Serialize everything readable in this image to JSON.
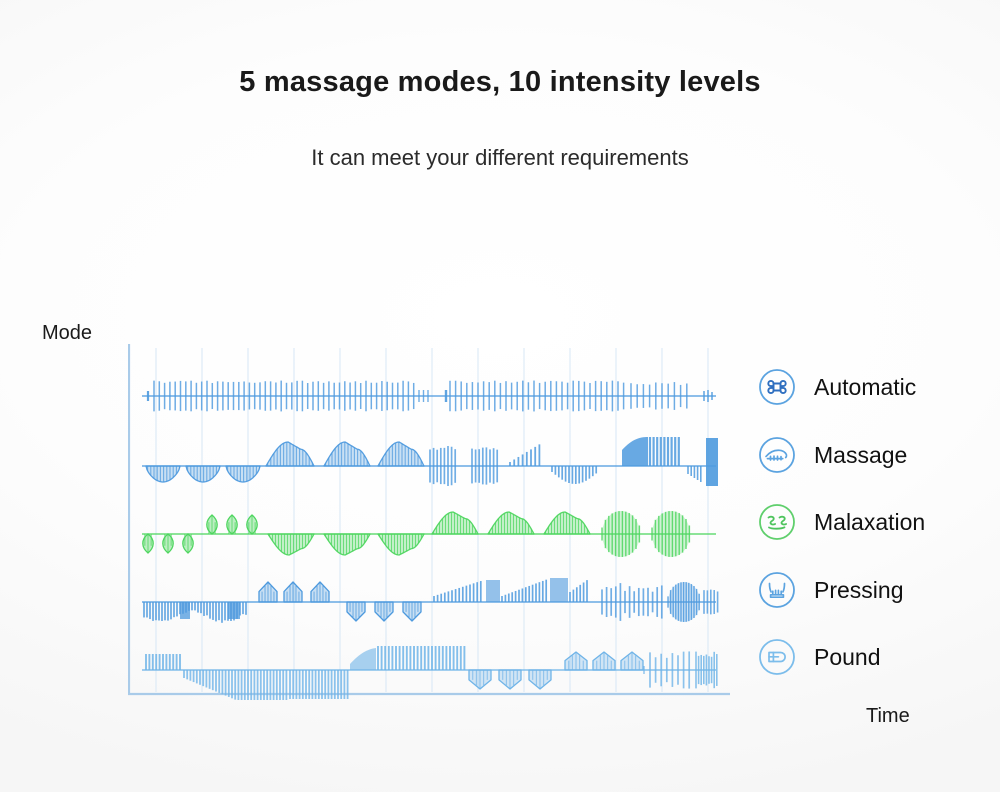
{
  "header": {
    "title": "5 massage modes, 10 intensity levels",
    "subtitle": "It can meet your different requirements"
  },
  "axes": {
    "y_label": "Mode",
    "x_label": "Time"
  },
  "legend": [
    {
      "label": "Automatic",
      "icon": "command-loop-icon",
      "color": "#3f7fd6"
    },
    {
      "label": "Massage",
      "icon": "stroking-hand-icon",
      "color": "#52a0e0"
    },
    {
      "label": "Malaxation",
      "icon": "kneading-hands-icon",
      "color": "#4ed65f"
    },
    {
      "label": "Pressing",
      "icon": "pressing-hand-icon",
      "color": "#52a0e0"
    },
    {
      "label": "Pound",
      "icon": "fist-icon",
      "color": "#6fb4e8"
    }
  ],
  "colors": {
    "blue": "#4e9ade",
    "blue_dark": "#2f83d0",
    "green": "#4ed65f",
    "axis": "#a9cbe9",
    "grid": "#d7e7f5",
    "text": "#111111"
  },
  "chart_data": {
    "type": "line",
    "title": "5 massage modes, 10 intensity levels",
    "xlabel": "Time",
    "ylabel": "Mode",
    "grid": true,
    "legend_position": "right",
    "xlim": [
      0,
      602
    ],
    "gridlines_x": [
      28,
      74,
      120,
      166,
      212,
      258,
      304,
      350,
      396,
      442,
      488,
      534,
      580
    ],
    "series": [
      {
        "name": "Automatic",
        "color": "#4e9ade",
        "baseline_y": 52,
        "description": "dense uniform symmetric ticks about the centre line, a gap near 54%, ends with a short tail",
        "pattern": "symmetric-ticks",
        "values": [
          6,
          7,
          7,
          7,
          7,
          7,
          7,
          7,
          7,
          7,
          7,
          7,
          7,
          7,
          7,
          7,
          7,
          7,
          7,
          7,
          7,
          7,
          7,
          7,
          7,
          7,
          7,
          7,
          7,
          7,
          7,
          7,
          7,
          7,
          7,
          7,
          7,
          7,
          7,
          7,
          7,
          7,
          7,
          0,
          0,
          7,
          7,
          7,
          7,
          7,
          7,
          7,
          7,
          7,
          7,
          7,
          7,
          7,
          7,
          7,
          7,
          7,
          7,
          7,
          7,
          7,
          7,
          7,
          7,
          7,
          7,
          7,
          7,
          7,
          7,
          7,
          7,
          7,
          7,
          7,
          7,
          7,
          0,
          0,
          0,
          0,
          3,
          3,
          3,
          0
        ]
      },
      {
        "name": "Massage",
        "color": "#4e9ade",
        "baseline_y": 122,
        "description": "three hatched bumps below the line, three hatched hills above the line, mixed tick bursts, rising bars, solid block at the end",
        "pattern": "bumps-and-bursts",
        "values": [
          -14,
          -16,
          -14,
          -8,
          -4,
          -14,
          -16,
          -14,
          -8,
          -4,
          -14,
          -16,
          -14,
          -8,
          -4,
          18,
          22,
          20,
          14,
          8,
          18,
          22,
          20,
          14,
          8,
          18,
          22,
          20,
          14,
          8,
          -16,
          -18,
          -16,
          -14,
          -10,
          -16,
          -18,
          -16,
          -14,
          -10,
          6,
          10,
          14,
          18,
          20,
          -8,
          -12,
          -14,
          -14,
          -12,
          0,
          0,
          0,
          0,
          0,
          20,
          24,
          26,
          26,
          24,
          -10,
          -14,
          -16,
          -18,
          26,
          28
        ]
      },
      {
        "name": "Malaxation",
        "color": "#4ed65f",
        "baseline_y": 190,
        "description": "three pointed leaves below, three pointed leaves above, hatched bumps below the line, three hatched hills above, two dense green bursts",
        "pattern": "leaves-bumps-bursts",
        "values": [
          -18,
          -18,
          -18,
          16,
          16,
          16,
          -16,
          -18,
          -16,
          -16,
          -18,
          -16,
          -16,
          -18,
          -16,
          18,
          20,
          18,
          18,
          20,
          18,
          18,
          20,
          18,
          20,
          20,
          20,
          20,
          20,
          20
        ]
      },
      {
        "name": "Pressing",
        "color": "#4e9ade",
        "baseline_y": 258,
        "description": "dense downward bars at left, three tent peaks upward, three inverted tents downward, rising upward bars, symmetric ticks, dense blob at right",
        "pattern": "tents-and-bars",
        "values": [
          -12,
          -14,
          -16,
          -14,
          -16,
          -14,
          -12,
          18,
          20,
          20,
          -16,
          -16,
          -16,
          8,
          10,
          12,
          14,
          16,
          18,
          20,
          22,
          18,
          20,
          22,
          24,
          10,
          12,
          14,
          16,
          18,
          20,
          22
        ]
      },
      {
        "name": "Pound",
        "color": "#6fb4e8",
        "baseline_y": 326,
        "description": "upward bars, long descending-then-level downward envelope, ramp up to tall upward bars, three inverted tents, three tent peaks, ticks and a dense burst at right",
        "pattern": "envelope-bars",
        "values": [
          16,
          16,
          16,
          16,
          16,
          -8,
          -14,
          -20,
          -24,
          -26,
          -26,
          -26,
          -26,
          -26,
          -26,
          -26,
          -26,
          -26,
          -26,
          -26,
          8,
          14,
          18,
          22,
          24,
          24,
          24,
          24,
          24,
          24,
          -16,
          -16,
          -16,
          18,
          18,
          18,
          10,
          14,
          16,
          18,
          20,
          22,
          24,
          22,
          20
        ]
      }
    ]
  }
}
